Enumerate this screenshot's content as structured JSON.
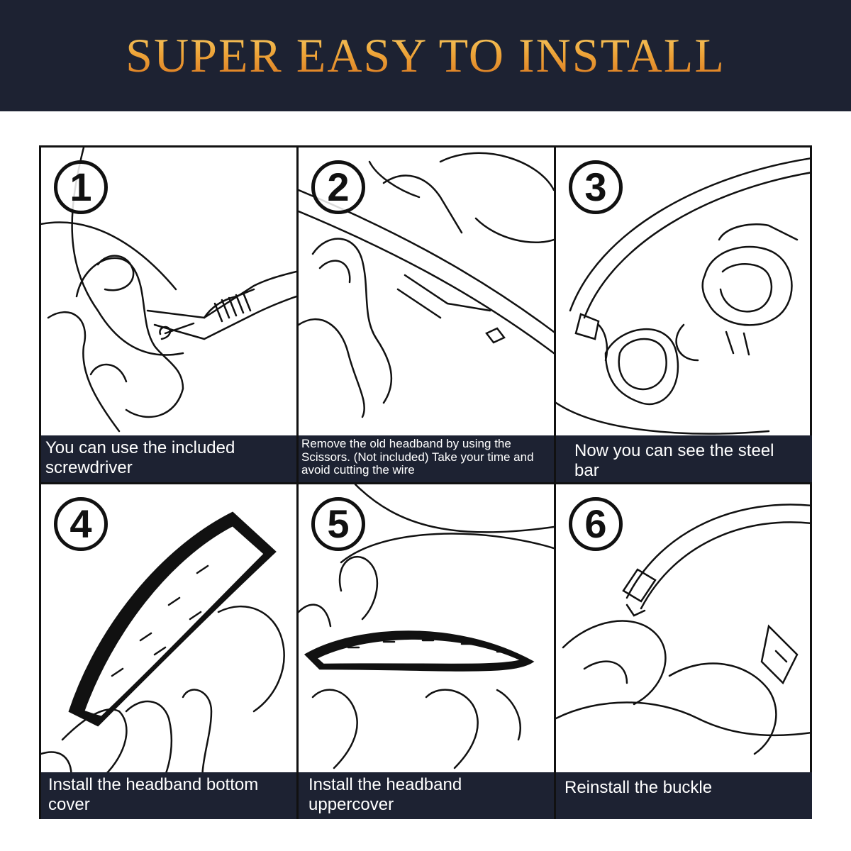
{
  "header": {
    "title": "SUPER EASY TO INSTALL"
  },
  "steps": [
    {
      "number": "1",
      "caption": "You can use the included screwdriver"
    },
    {
      "number": "2",
      "caption": "Remove the old headband  by using the Scissors. (Not  included) Take your time and  avoid cutting the wire"
    },
    {
      "number": "3",
      "caption": "Now you can see the steel bar"
    },
    {
      "number": "4",
      "caption": "Install the headband bottom cover"
    },
    {
      "number": "5",
      "caption": "Install the headband uppercover"
    },
    {
      "number": "6",
      "caption": "Reinstall the buckle"
    }
  ],
  "colors": {
    "banner": "#1d2232",
    "caption_bar": "#1d2232",
    "title_gold": "#eea63a"
  }
}
